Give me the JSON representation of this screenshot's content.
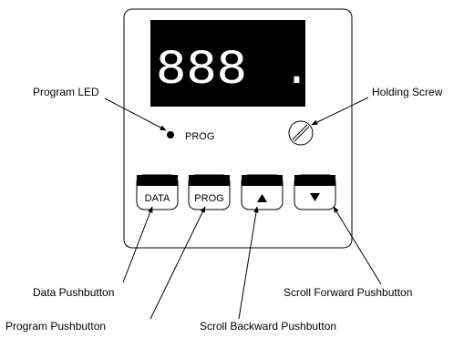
{
  "display": {
    "digits": "888",
    "decimal_point": "."
  },
  "prog_indicator_text": "PROG",
  "buttons": [
    {
      "id": "data",
      "text": "DATA"
    },
    {
      "id": "prog",
      "text": "PROG"
    },
    {
      "id": "up",
      "icon": "triangle-up-icon"
    },
    {
      "id": "down",
      "icon": "triangle-down-icon"
    }
  ],
  "callouts": {
    "program_led": "Program LED",
    "holding_screw": "Holding Screw",
    "data_pushbutton": "Data Pushbutton",
    "program_pushbutton": "Program Pushbutton",
    "scroll_backward_pushbutton": "Scroll Backward Pushbutton",
    "scroll_forward_pushbutton": "Scroll Forward Pushbutton"
  },
  "colors": {
    "display_bg": "#000000",
    "segment": "#ffffff",
    "line": "#000000"
  }
}
